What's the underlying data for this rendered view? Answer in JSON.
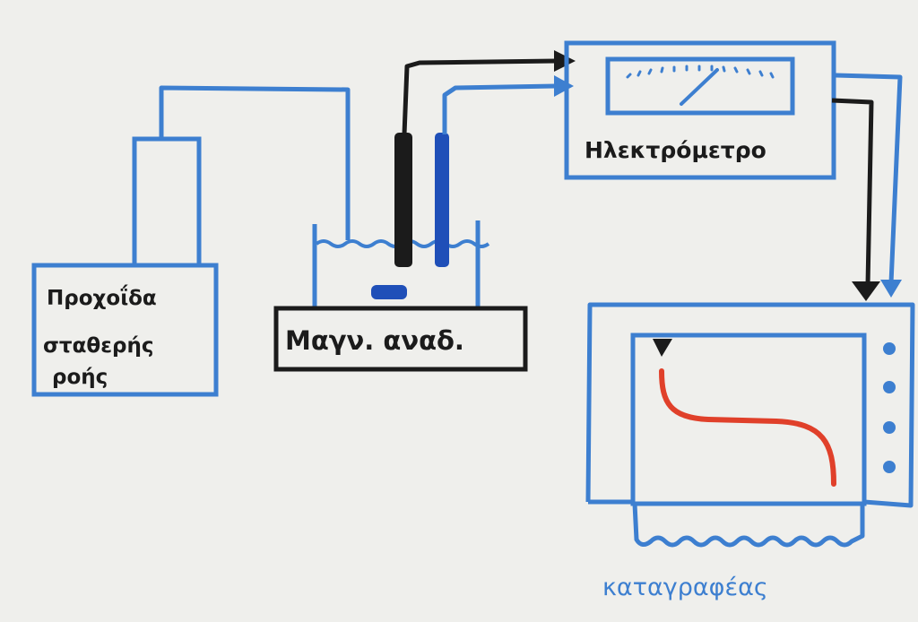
{
  "labels": {
    "burette": [
      "Προχοΐδα",
      "σταθερής",
      "ροής"
    ],
    "stirrer": "Μαγν. αναδ.",
    "meter": "Ηλεκτρόμετρο",
    "recorder": "καταγραφέας"
  },
  "colors": {
    "paper": "#efefec",
    "blue": "#3d7fd0",
    "dark_blue": "#1f4fb8",
    "black": "#1b1b1b",
    "red": "#e0402a"
  }
}
